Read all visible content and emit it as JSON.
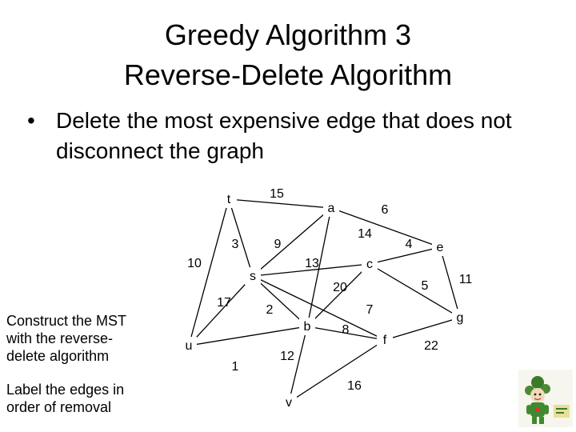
{
  "slide": {
    "title_line1": "Greedy Algorithm 3",
    "title_line2": "Reverse-Delete Algorithm",
    "bullet_marker": "•",
    "bullet_text": "Delete the most expensive edge that does not disconnect the graph",
    "side_note1": "Construct the MST with the reverse-delete algorithm",
    "side_note2": "Label the edges in order of removal"
  },
  "graph": {
    "nodes": [
      {
        "id": "t"
      },
      {
        "id": "a"
      },
      {
        "id": "e"
      },
      {
        "id": "s"
      },
      {
        "id": "c"
      },
      {
        "id": "u"
      },
      {
        "id": "b"
      },
      {
        "id": "f"
      },
      {
        "id": "g"
      },
      {
        "id": "v"
      }
    ],
    "edges": [
      {
        "from": "t",
        "to": "a",
        "weight": "15"
      },
      {
        "from": "a",
        "to": "e",
        "weight": "6"
      },
      {
        "from": "t",
        "to": "s",
        "weight": "3"
      },
      {
        "from": "a",
        "to": "s",
        "weight": "9"
      },
      {
        "from": "a",
        "to": "b",
        "weight": "14"
      },
      {
        "from": "c",
        "to": "e",
        "weight": "4"
      },
      {
        "from": "t",
        "to": "u",
        "weight": "10"
      },
      {
        "from": "s",
        "to": "c",
        "weight": "13"
      },
      {
        "from": "e",
        "to": "g",
        "weight": "11"
      },
      {
        "from": "s",
        "to": "f",
        "weight": "20"
      },
      {
        "from": "c",
        "to": "g",
        "weight": "5"
      },
      {
        "from": "s",
        "to": "u",
        "weight": "17"
      },
      {
        "from": "s",
        "to": "b",
        "weight": "2"
      },
      {
        "from": "c",
        "to": "b",
        "weight": "7"
      },
      {
        "from": "b",
        "to": "f",
        "weight": "8"
      },
      {
        "from": "u",
        "to": "b",
        "weight": "1"
      },
      {
        "from": "f",
        "to": "g",
        "weight": "22"
      },
      {
        "from": "b",
        "to": "v",
        "weight": "12"
      },
      {
        "from": "f",
        "to": "v",
        "weight": "16"
      }
    ]
  }
}
